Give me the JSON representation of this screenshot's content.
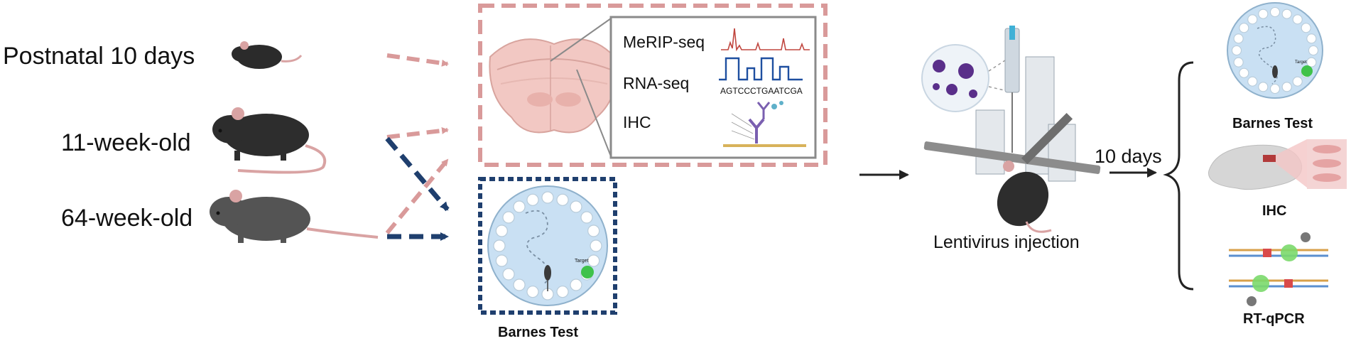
{
  "ages": {
    "p10": "Postnatal 10 days",
    "w11": "11-week-old",
    "w64": "64-week-old"
  },
  "assays": {
    "merip": "MeRIP-seq",
    "rnaseq": "RNA-seq",
    "sequence": "AGTCCCTGAATCGA",
    "ihc": "IHC"
  },
  "barnes_left": "Barnes Test",
  "target_label": "Target",
  "lentivirus": "Lentivirus  injection",
  "interval": "10 days",
  "outcomes": {
    "barnes": "Barnes Test",
    "ihc": "IHC",
    "rtqpcr": "RT-qPCR"
  },
  "colors": {
    "pink_dashed": "#d99a9a",
    "navy_dashed": "#1f3f6e",
    "arena": "#c9e0f3",
    "target_hole": "#3fc24a",
    "arrow": "#222222"
  }
}
